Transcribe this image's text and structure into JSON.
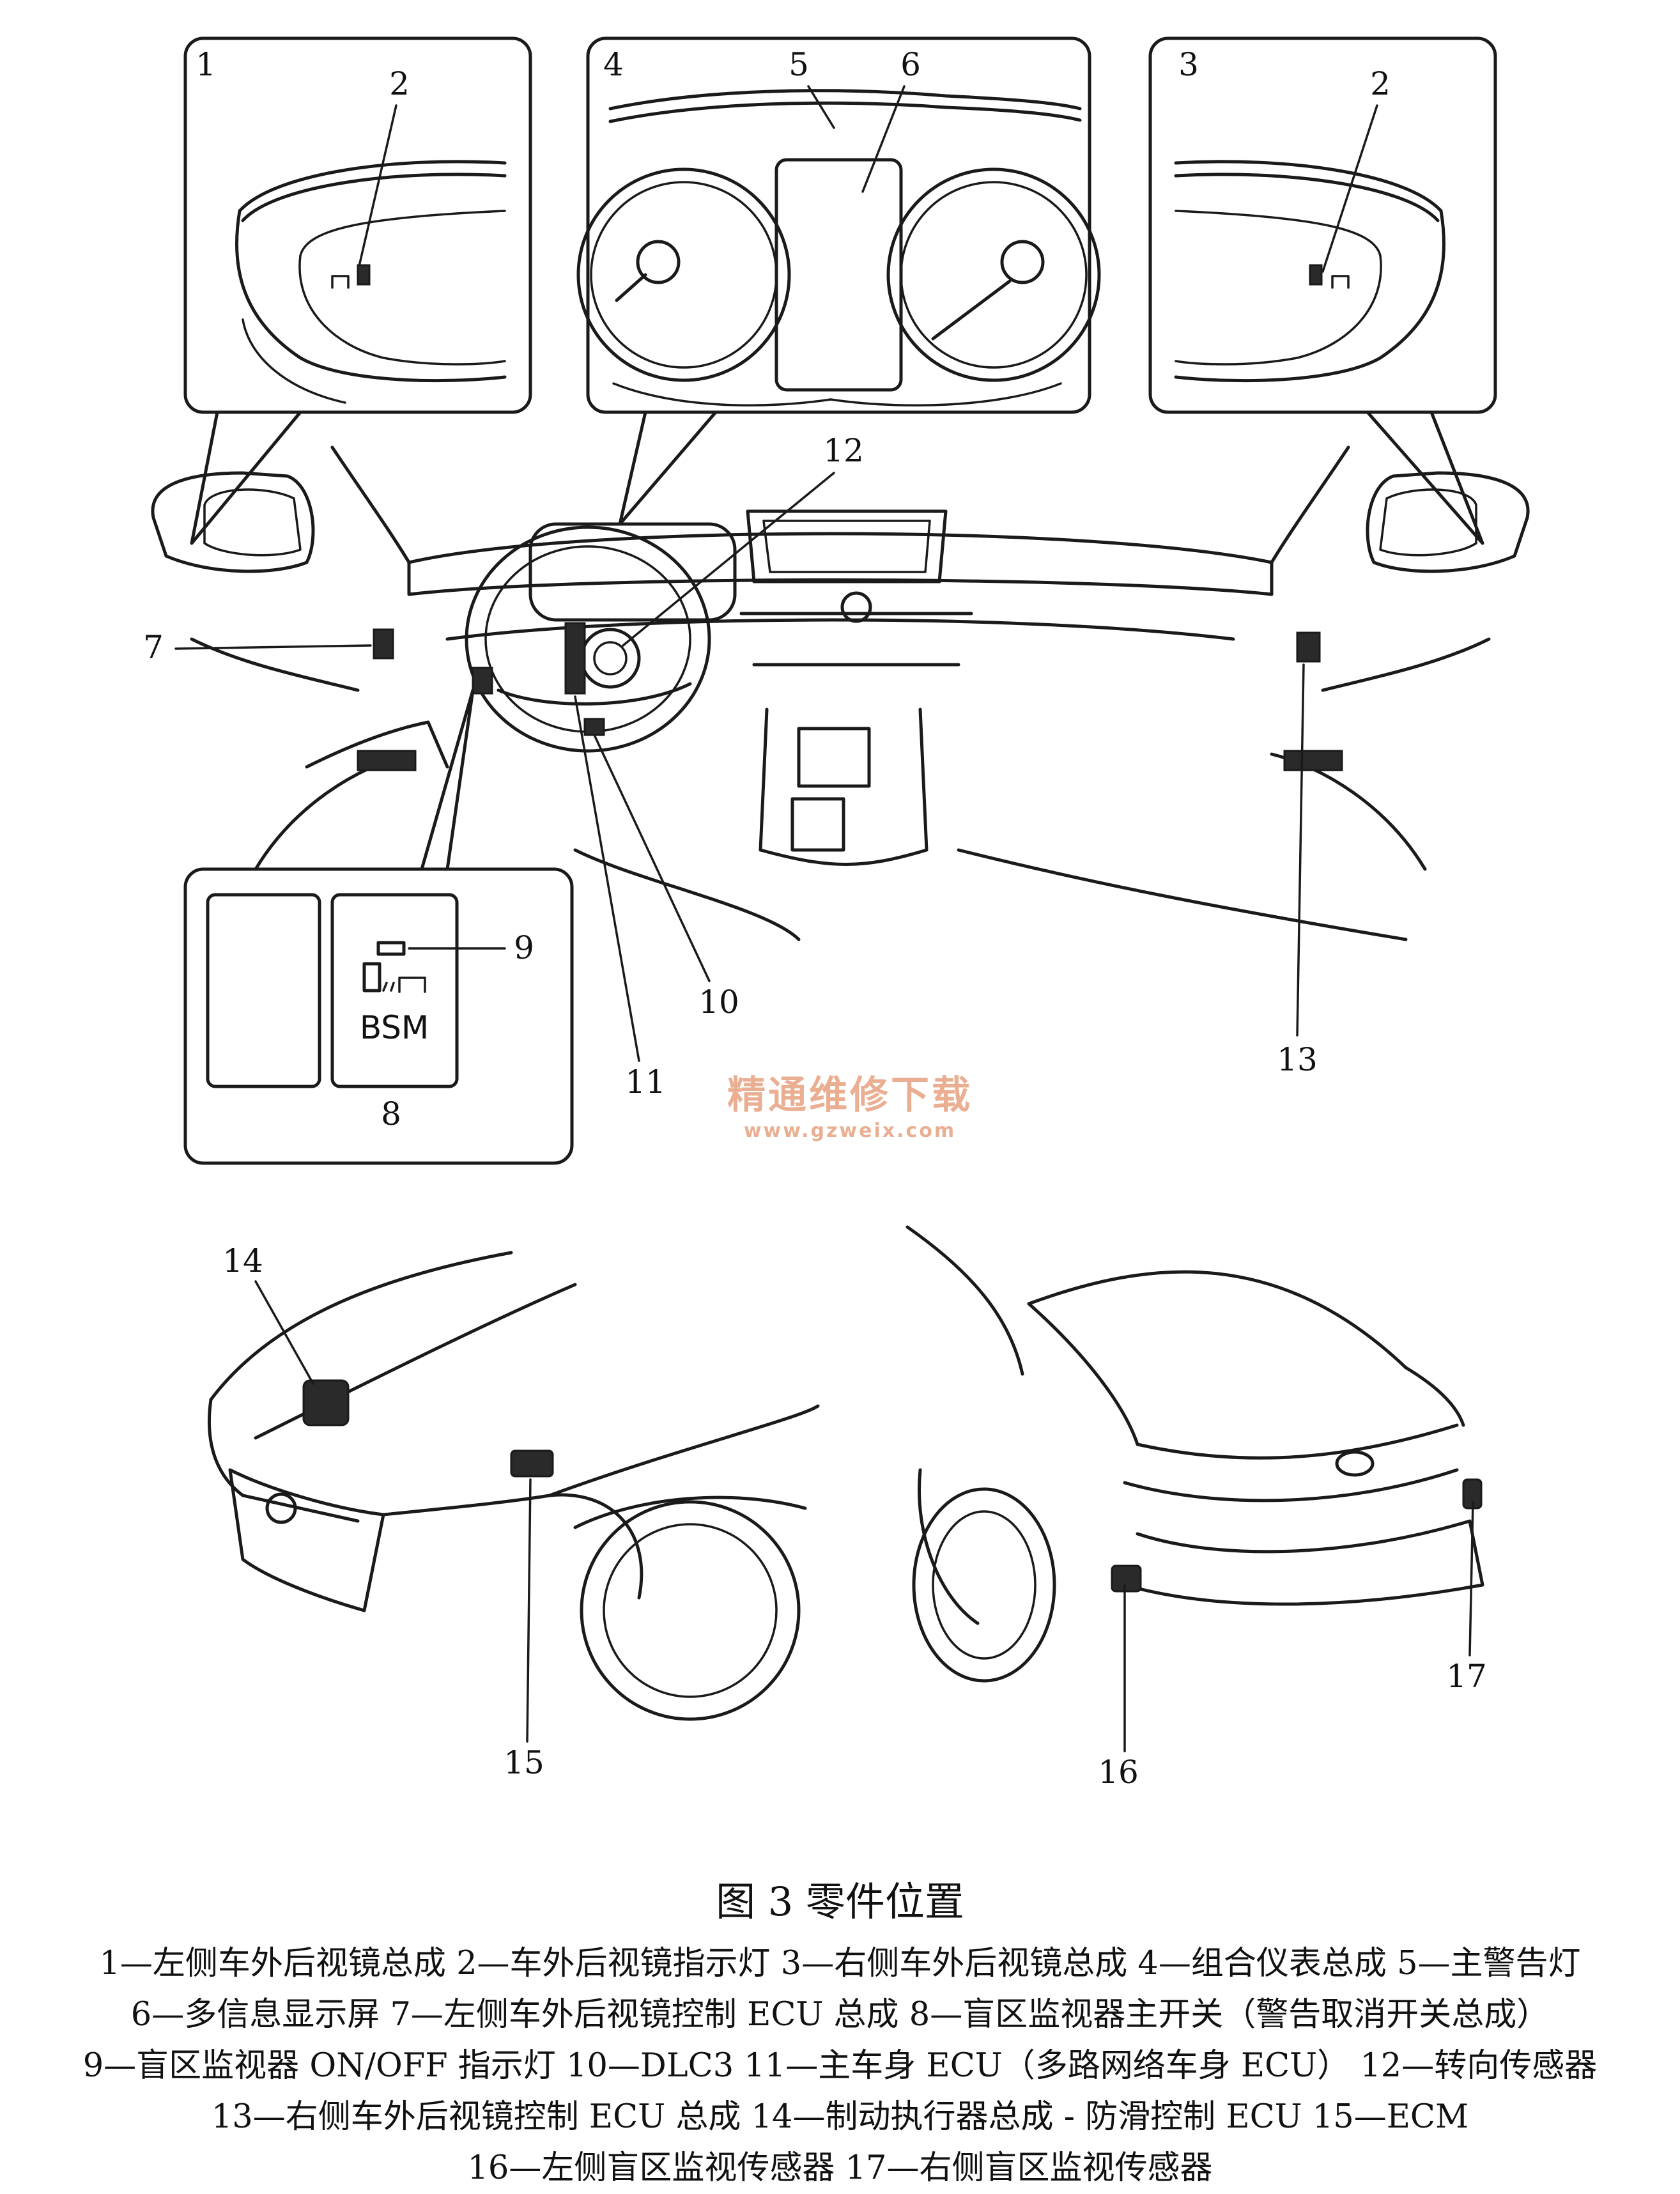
{
  "figure": {
    "title": "图 3 零件位置",
    "legend_lines": [
      "1—左侧车外后视镜总成   2—车外后视镜指示灯   3—右侧车外后视镜总成   4—组合仪表总成   5—主警告灯",
      "6—多信息显示屏   7—左侧车外后视镜控制 ECU 总成   8—盲区监视器主开关（警告取消开关总成）",
      "9—盲区监视器 ON/OFF 指示灯   10—DLC3   11—主车身 ECU（多路网络车身 ECU）   12—转向传感器",
      "13—右侧车外后视镜控制 ECU 总成   14—制动执行器总成 - 防滑控制 ECU   15—ECM",
      "16—左侧盲区监视传感器   17—右侧盲区监视传感器"
    ],
    "callouts": [
      "1",
      "2",
      "3",
      "4",
      "5",
      "6",
      "7",
      "8",
      "9",
      "10",
      "11",
      "12",
      "13",
      "14",
      "15",
      "16",
      "17"
    ],
    "switch_label": "BSM",
    "watermark": {
      "line1": "精通维修下载",
      "line2": "www.gzweix.com"
    }
  }
}
